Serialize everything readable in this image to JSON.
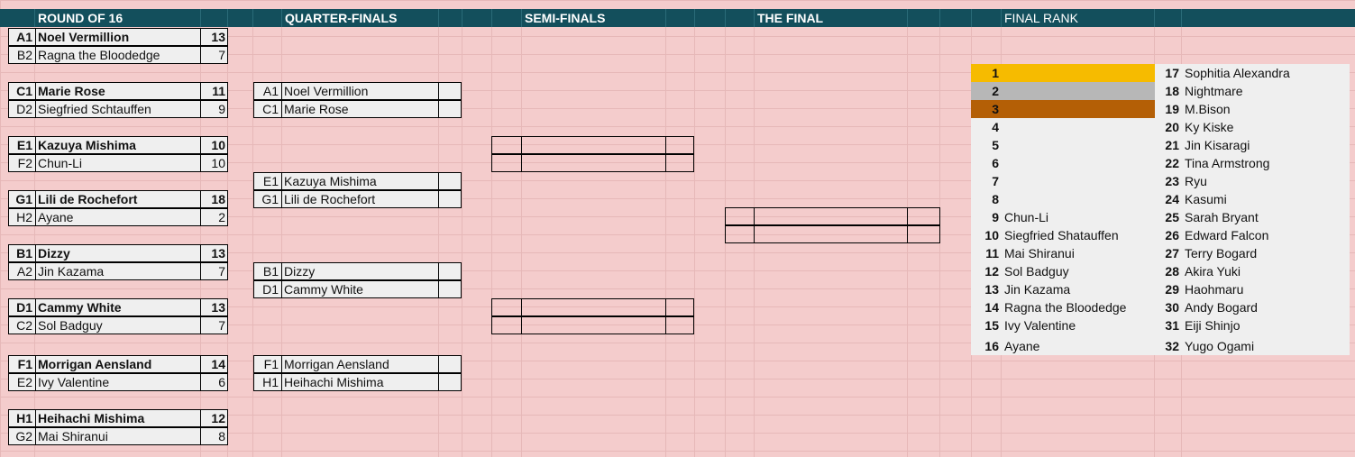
{
  "headers": {
    "round16": "ROUND OF 16",
    "quarter": "QUARTER-FINALS",
    "semi": "SEMI-FINALS",
    "final": "THE FINAL",
    "rank": "FINAL RANK"
  },
  "round16": [
    [
      {
        "seed": "A1",
        "name": "Noel Vermillion",
        "score": "13",
        "winner": true
      },
      {
        "seed": "B2",
        "name": "Ragna the Bloodedge",
        "score": "7",
        "winner": false
      }
    ],
    [
      {
        "seed": "C1",
        "name": "Marie Rose",
        "score": "11",
        "winner": true
      },
      {
        "seed": "D2",
        "name": "Siegfried Schtauffen",
        "score": "9",
        "winner": false
      }
    ],
    [
      {
        "seed": "E1",
        "name": "Kazuya Mishima",
        "score": "10",
        "winner": true
      },
      {
        "seed": "F2",
        "name": "Chun-Li",
        "score": "10",
        "winner": false
      }
    ],
    [
      {
        "seed": "G1",
        "name": "Lili de Rochefort",
        "score": "18",
        "winner": true
      },
      {
        "seed": "H2",
        "name": "Ayane",
        "score": "2",
        "winner": false
      }
    ],
    [
      {
        "seed": "B1",
        "name": "Dizzy",
        "score": "13",
        "winner": true
      },
      {
        "seed": "A2",
        "name": "Jin Kazama",
        "score": "7",
        "winner": false
      }
    ],
    [
      {
        "seed": "D1",
        "name": "Cammy White",
        "score": "13",
        "winner": true
      },
      {
        "seed": "C2",
        "name": "Sol Badguy",
        "score": "7",
        "winner": false
      }
    ],
    [
      {
        "seed": "F1",
        "name": "Morrigan Aensland",
        "score": "14",
        "winner": true
      },
      {
        "seed": "E2",
        "name": "Ivy Valentine",
        "score": "6",
        "winner": false
      }
    ],
    [
      {
        "seed": "H1",
        "name": "Heihachi Mishima",
        "score": "12",
        "winner": true
      },
      {
        "seed": "G2",
        "name": "Mai Shiranui",
        "score": "8",
        "winner": false
      }
    ]
  ],
  "quarter": [
    [
      {
        "seed": "A1",
        "name": "Noel Vermillion",
        "score": ""
      },
      {
        "seed": "C1",
        "name": "Marie Rose",
        "score": ""
      }
    ],
    [
      {
        "seed": "E1",
        "name": "Kazuya Mishima",
        "score": ""
      },
      {
        "seed": "G1",
        "name": "Lili de Rochefort",
        "score": ""
      }
    ],
    [
      {
        "seed": "B1",
        "name": "Dizzy",
        "score": ""
      },
      {
        "seed": "D1",
        "name": "Cammy White",
        "score": ""
      }
    ],
    [
      {
        "seed": "F1",
        "name": "Morrigan Aensland",
        "score": ""
      },
      {
        "seed": "H1",
        "name": "Heihachi Mishima",
        "score": ""
      }
    ]
  ],
  "rank": {
    "left": [
      {
        "n": "1",
        "name": ""
      },
      {
        "n": "2",
        "name": ""
      },
      {
        "n": "3",
        "name": ""
      },
      {
        "n": "4",
        "name": ""
      },
      {
        "n": "5",
        "name": ""
      },
      {
        "n": "6",
        "name": ""
      },
      {
        "n": "7",
        "name": ""
      },
      {
        "n": "8",
        "name": ""
      },
      {
        "n": "9",
        "name": "Chun-Li"
      },
      {
        "n": "10",
        "name": "Siegfried Shatauffen"
      },
      {
        "n": "11",
        "name": "Mai Shiranui"
      },
      {
        "n": "12",
        "name": "Sol Badguy"
      },
      {
        "n": "13",
        "name": "Jin Kazama"
      },
      {
        "n": "14",
        "name": "Ragna the Bloodedge"
      },
      {
        "n": "15",
        "name": "Ivy Valentine"
      },
      {
        "n": "16",
        "name": "Ayane"
      }
    ],
    "right": [
      {
        "n": "17",
        "name": "Sophitia Alexandra"
      },
      {
        "n": "18",
        "name": "Nightmare"
      },
      {
        "n": "19",
        "name": "M.Bison"
      },
      {
        "n": "20",
        "name": "Ky Kiske"
      },
      {
        "n": "21",
        "name": "Jin Kisaragi"
      },
      {
        "n": "22",
        "name": "Tina Armstrong"
      },
      {
        "n": "23",
        "name": "Ryu"
      },
      {
        "n": "24",
        "name": "Kasumi"
      },
      {
        "n": "25",
        "name": "Sarah Bryant"
      },
      {
        "n": "26",
        "name": "Edward Falcon"
      },
      {
        "n": "27",
        "name": "Terry Bogard"
      },
      {
        "n": "28",
        "name": "Akira Yuki"
      },
      {
        "n": "29",
        "name": "Haohmaru"
      },
      {
        "n": "30",
        "name": "Andy Bogard"
      },
      {
        "n": "31",
        "name": "Eiji Shinjo"
      },
      {
        "n": "32",
        "name": "Yugo Ogami"
      }
    ],
    "medal_colors": {
      "gold": "#f6bb00",
      "silver": "#b7b7b7",
      "bronze": "#b45f06"
    }
  }
}
